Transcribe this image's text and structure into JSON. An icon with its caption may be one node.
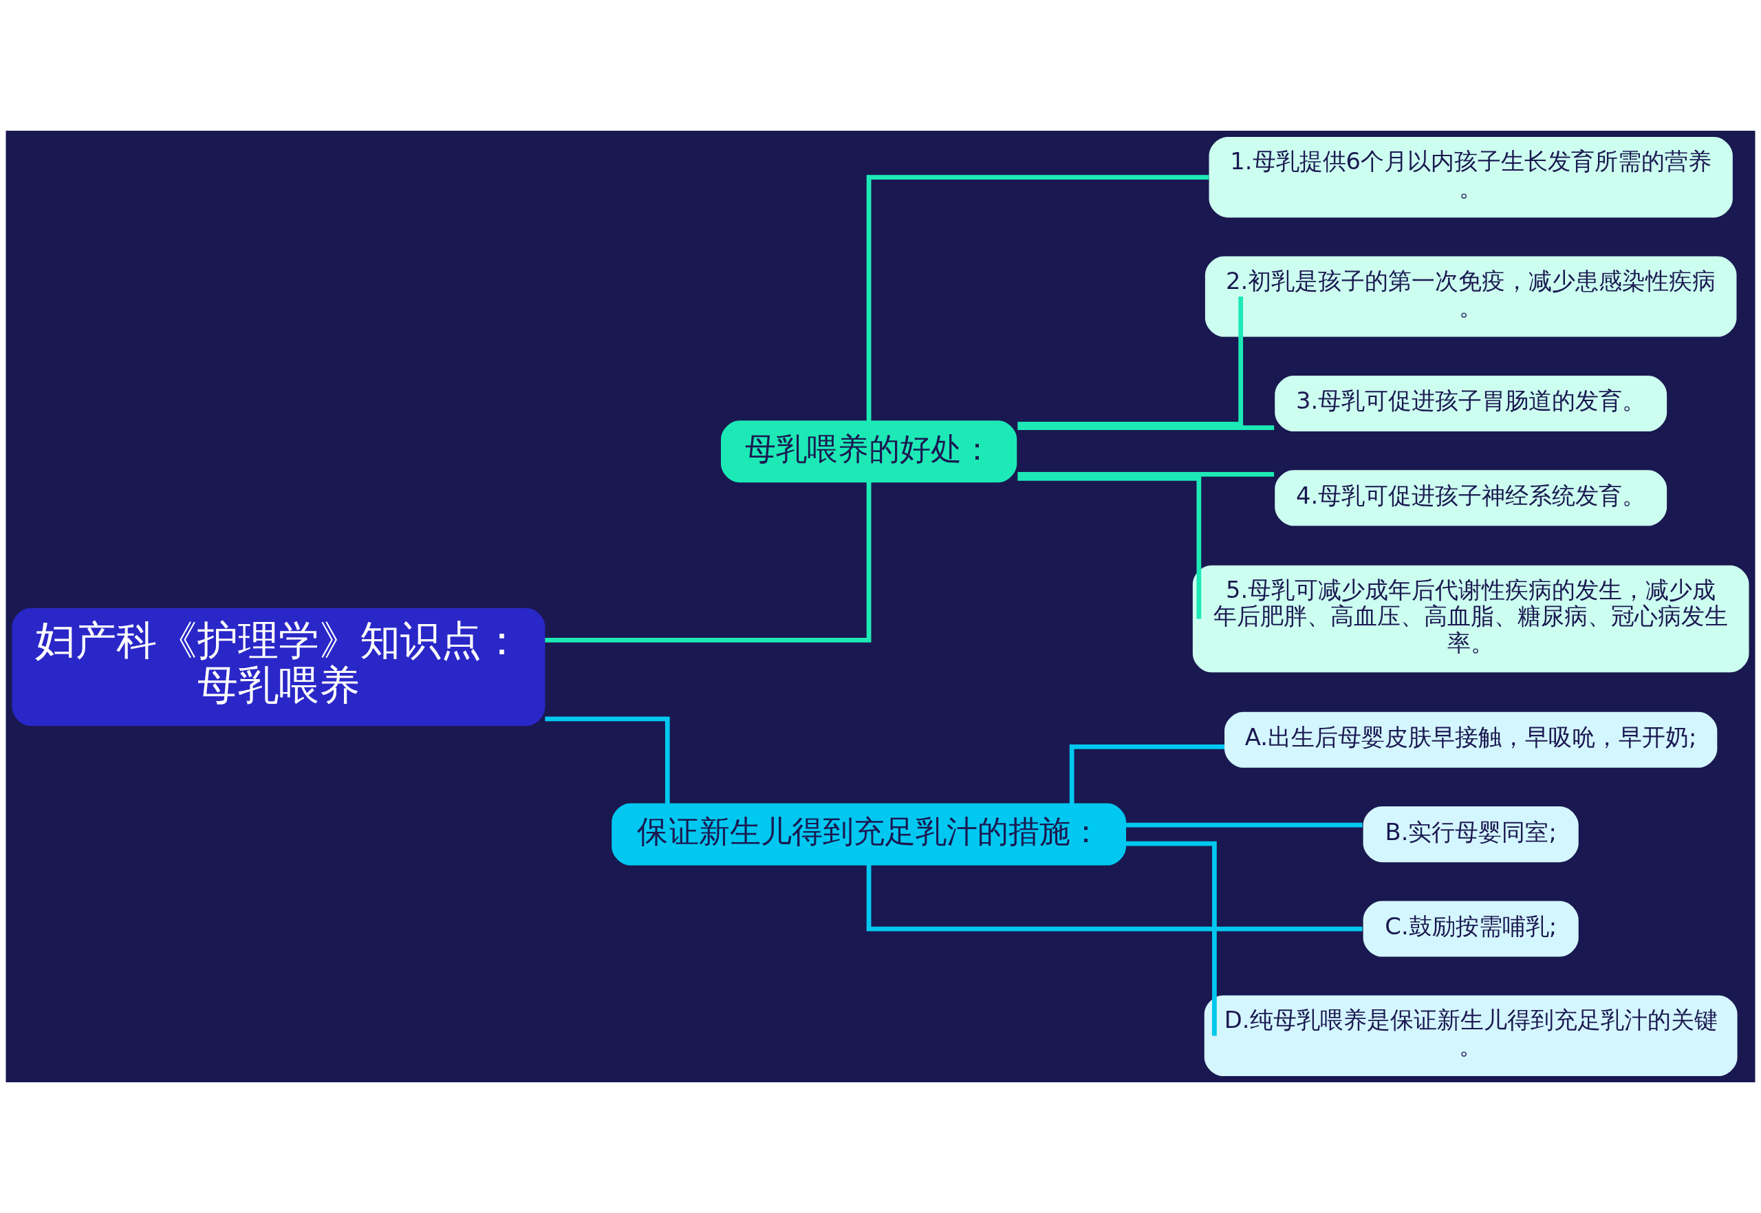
{
  "diagram": {
    "nodes": [
      {
        "text": [
          "妇产科《护理学》知识点：母乳喂养"
        ]
      },
      {
        "text": [
          "母乳喂养的好处："
        ]
      },
      {
        "text": [
          "1.母乳提供6个月以内孩子生长发育所需的营养。"
        ]
      },
      {
        "text": [
          "2.初乳是孩子的第一次免疫，减少患感染性疾病。"
        ]
      },
      {
        "text": [
          "3.母乳可促进孩子胃肠道的发育。"
        ]
      },
      {
        "text": [
          "4.母乳可促进孩子神经系统发育。"
        ]
      },
      {
        "text": [
          "5.母乳可减少成年后代谢性疾病的发生，减少成年后肥胖、高血压、高血脂、糖尿病、冠心病发生率。"
        ]
      },
      {
        "text": [
          "保证新生儿得到充足乳汁的措施："
        ]
      },
      {
        "text": [
          "A.出生后母婴皮肤早接触，早吸吮，早开奶;"
        ]
      },
      {
        "text": [
          "B.实行母婴同室;"
        ]
      },
      {
        "text": [
          "C.鼓励按需哺乳;"
        ]
      },
      {
        "text": [
          "D.纯母乳喂养是保证新生儿得到充足乳汁的关键。"
        ]
      }
    ],
    "edges": [
      {
        "from": 0,
        "to": 1,
        "arrow": "none"
      },
      {
        "from": 1,
        "to": 2,
        "arrow": "none"
      },
      {
        "from": 1,
        "to": 3,
        "arrow": "none"
      },
      {
        "from": 1,
        "to": 4,
        "arrow": "none"
      },
      {
        "from": 1,
        "to": 5,
        "arrow": "none"
      },
      {
        "from": 1,
        "to": 6,
        "arrow": "none"
      },
      {
        "from": 0,
        "to": 7,
        "arrow": "none",
        "color": "#00c8f0"
      },
      {
        "from": 7,
        "to": 8,
        "arrow": "none",
        "color": "#00c8f0"
      },
      {
        "from": 7,
        "to": 9,
        "arrow": "none",
        "color": "#00c8f0"
      },
      {
        "from": 7,
        "to": 10,
        "arrow": "none",
        "color": "#00c8f0"
      },
      {
        "from": 7,
        "to": 11,
        "arrow": "none",
        "color": "#00c8f0"
      }
    ]
  }
}
